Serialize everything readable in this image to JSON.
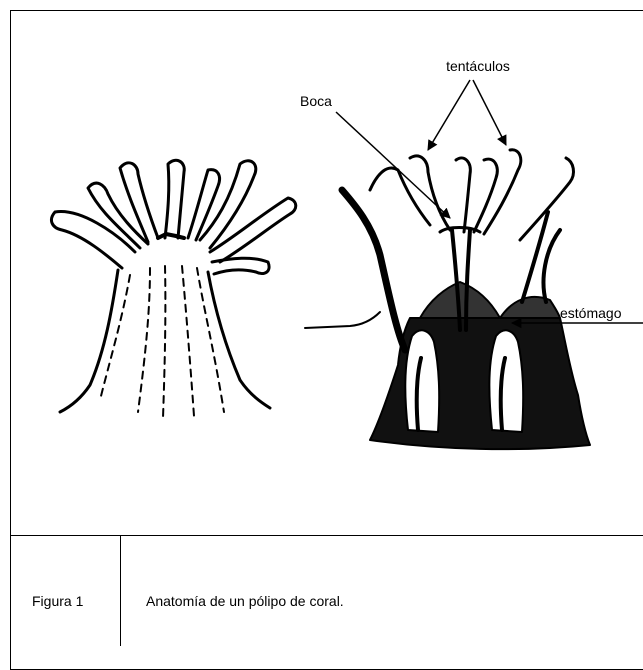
{
  "labels": {
    "tentaculos": "tentáculos",
    "boca": "Boca",
    "estomago": "estómago"
  },
  "caption": {
    "number": "Figura 1",
    "text": "Anatomía de un pólipo de coral."
  }
}
